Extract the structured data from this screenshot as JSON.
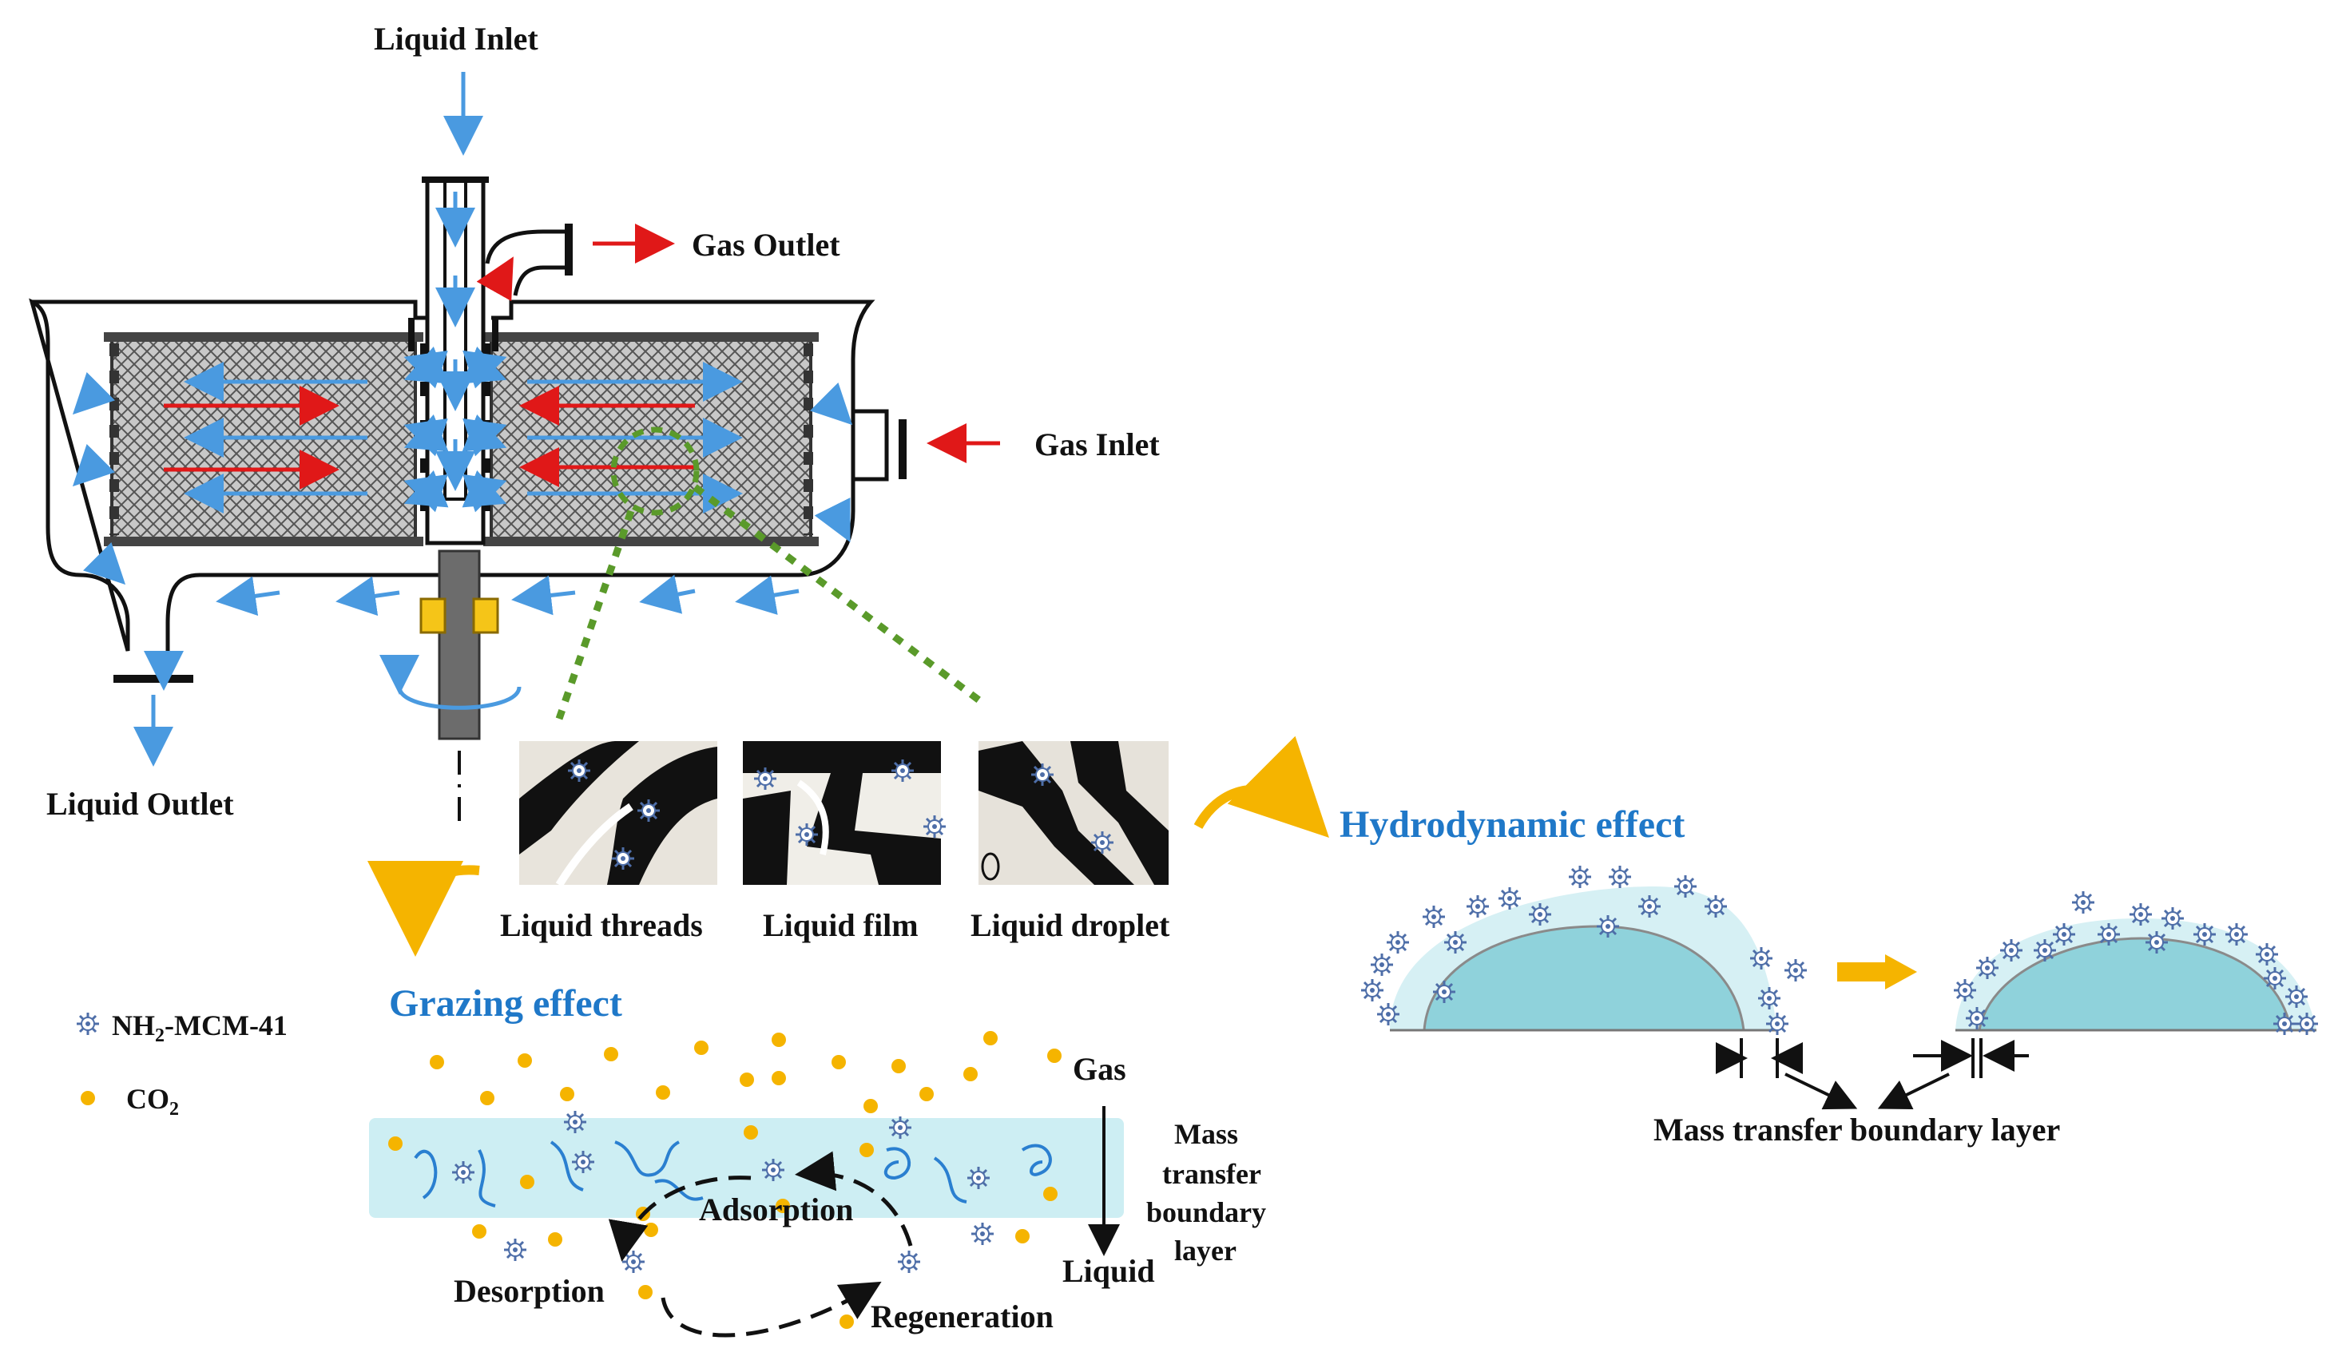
{
  "labels": {
    "liquid_inlet": "Liquid Inlet",
    "gas_outlet": "Gas Outlet",
    "gas_inlet": "Gas Inlet",
    "liquid_outlet": "Liquid Outlet",
    "liquid_threads": "Liquid threads",
    "liquid_film": "Liquid film",
    "liquid_droplet": "Liquid droplet",
    "hydrodynamic_effect": "Hydrodynamic  effect",
    "grazing_effect": "Grazing effect",
    "gas": "Gas",
    "liquid": "Liquid",
    "mass_transfer_line1": "Mass",
    "mass_transfer_line2": "transfer",
    "mass_transfer_line3": "boundary",
    "mass_transfer_line4": "layer",
    "adsorption": "Adsorption",
    "desorption": "Desorption",
    "regeneration": "Regeneration",
    "mass_transfer_boundary_layer": "Mass transfer boundary layer"
  },
  "legend": {
    "nanoparticle_main": "NH",
    "nanoparticle_sub": "2",
    "nanoparticle_rest": "-MCM-41",
    "co2_main": "CO",
    "co2_sub": "2"
  },
  "colors": {
    "liquid_flow": "#4a9ae0",
    "gas_flow": "#e01818",
    "packing_zoom": "#5a9a2a",
    "effect_title": "#1f78c8",
    "co2_dot": "#f5b400",
    "liquid_layer": "#cdeef3",
    "droplet_fill": "#8fd2db",
    "bearing": "#f5c518",
    "transition_arrow": "#f5b400"
  },
  "icons": [
    "nanoparticle-icon",
    "co2-dot-icon",
    "rotation-arrow-icon",
    "curved-arrow-icon"
  ]
}
